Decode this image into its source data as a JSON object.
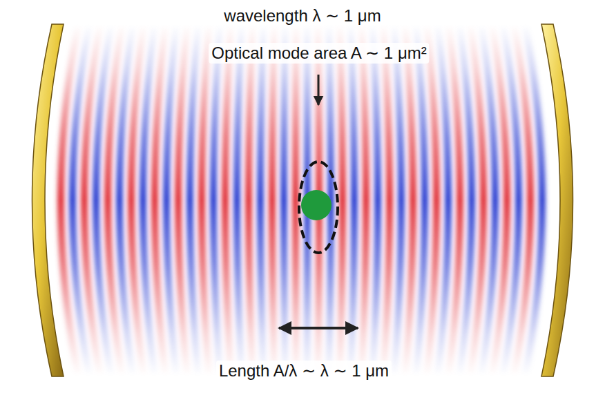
{
  "diagram": {
    "labels": [
      "wavelength λ ∼ 1 μm",
      "Optical mode area A ∼ 1 μm²",
      "Length A/λ ∼ λ ∼ 1 μm"
    ]
  }
}
